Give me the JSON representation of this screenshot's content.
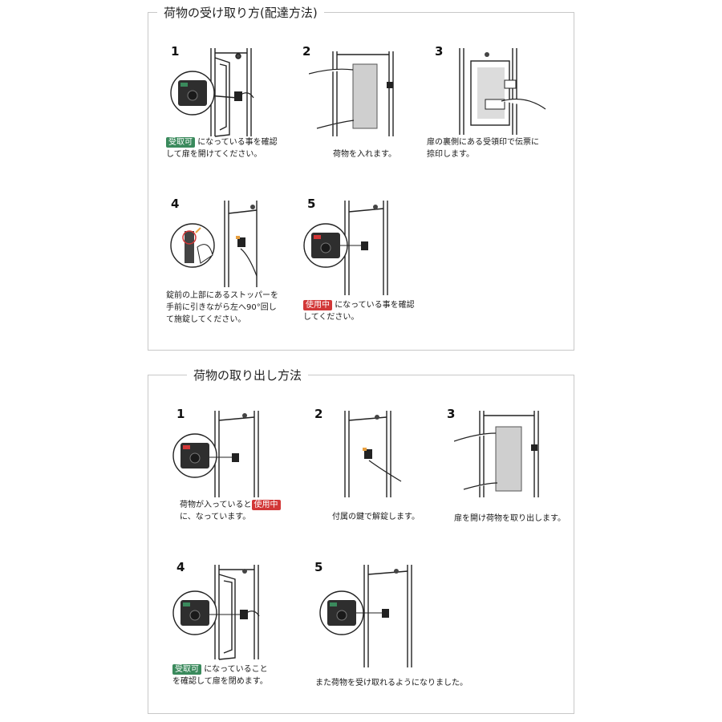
{
  "delivery": {
    "title": "荷物の受け取り方(配達方法)",
    "steps": [
      {
        "num": "1",
        "badge": "受取可",
        "line1": "になっている事を確認",
        "line2": "して扉を開けてください。"
      },
      {
        "num": "2",
        "line1": "荷物を入れます。"
      },
      {
        "num": "3",
        "line1": "扉の裏側にある受領印で伝票に",
        "line2": "捺印します。"
      },
      {
        "num": "4",
        "line1": "錠前の上部にあるストッパーを",
        "line2": "手前に引きながら左へ90°回し",
        "line3": "て施錠してください。"
      },
      {
        "num": "5",
        "badge": "使用中",
        "line1": "になっている事を確認",
        "line2": "してください。"
      }
    ]
  },
  "pickup": {
    "title": "荷物の取り出し方法",
    "steps": [
      {
        "num": "1",
        "line1_pre": "荷物が入っていると",
        "badge": "使用中",
        "line2": "に、なっています。"
      },
      {
        "num": "2",
        "line1": "付属の鍵で解錠します。"
      },
      {
        "num": "3",
        "line1": "扉を開け荷物を取り出します。"
      },
      {
        "num": "4",
        "badge": "受取可",
        "line1": "になっていること",
        "line2": "を確認して扉を閉めます。"
      },
      {
        "num": "5",
        "line1": "また荷物を受け取れるようになりました。"
      }
    ]
  },
  "colors": {
    "green": "#3a8a5c",
    "red": "#d23737",
    "border": "#c8c8c8"
  }
}
